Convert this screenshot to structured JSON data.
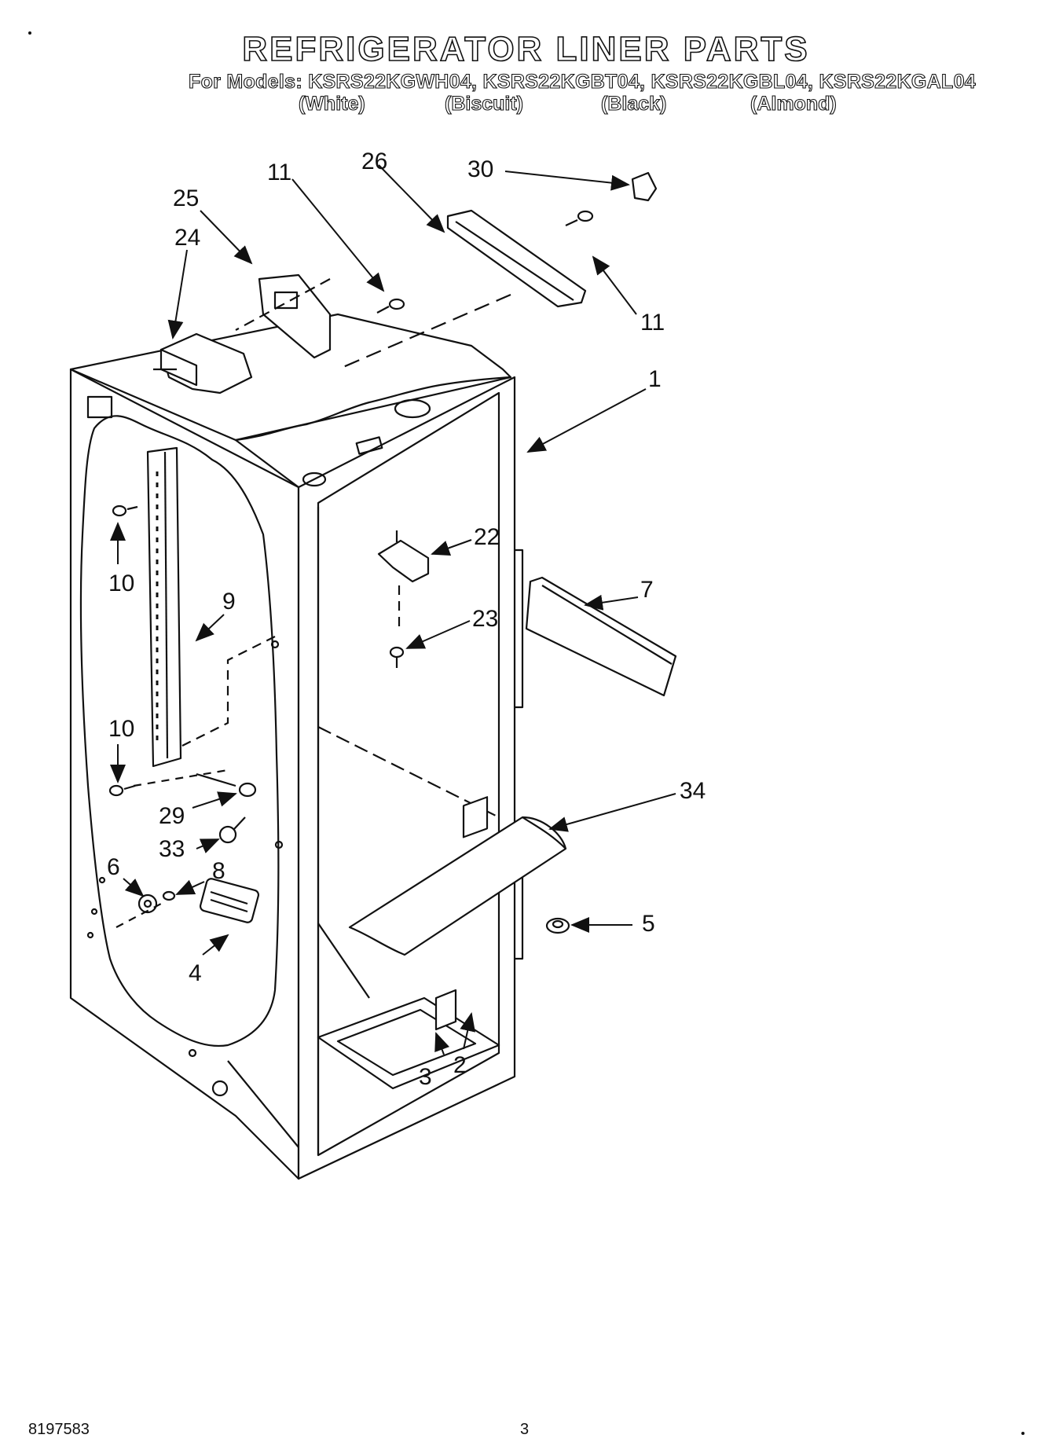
{
  "header": {
    "title": "REFRIGERATOR LINER PARTS",
    "models_line": "For Models: KSRS22KGWH04, KSRS22KGBT04, KSRS22KGBL04, KSRS22KGAL04",
    "colors": [
      "(White)",
      "(Biscuit)",
      "(Black)",
      "(Almond)"
    ]
  },
  "callouts": {
    "c1": "1",
    "c2": "2",
    "c3": "3",
    "c4": "4",
    "c5": "5",
    "c6": "6",
    "c7": "7",
    "c8": "8",
    "c9": "9",
    "c10a": "10",
    "c10b": "10",
    "c11a": "11",
    "c11b": "11",
    "c22": "22",
    "c23": "23",
    "c24": "24",
    "c25": "25",
    "c26": "26",
    "c29": "29",
    "c30": "30",
    "c33": "33",
    "c34": "34"
  },
  "footer": {
    "doc_number": "8197583",
    "page_number": "3"
  }
}
